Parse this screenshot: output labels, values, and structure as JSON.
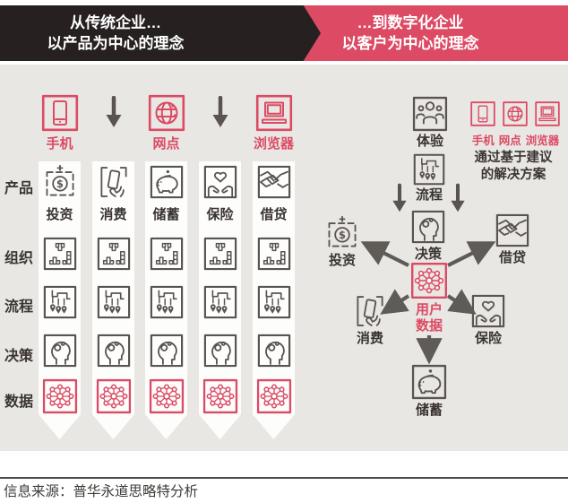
{
  "banner": {
    "left_line1": "从传统企业…",
    "left_line2": "以产品为中心的理念",
    "right_line1": "…到数字化企业",
    "right_line2": "以客户为中心的理念"
  },
  "left_panel": {
    "channels": [
      {
        "label": "手机",
        "icon": "phone-icon"
      },
      {
        "label": "网点",
        "icon": "globe-icon"
      },
      {
        "label": "浏览器",
        "icon": "laptop-icon"
      }
    ],
    "row_labels": [
      "产品",
      "组织",
      "流程",
      "决策",
      "数据"
    ],
    "product_labels": [
      "投资",
      "消费",
      "储蓄",
      "保险",
      "借贷"
    ]
  },
  "right_panel": {
    "experience_label": "体验",
    "channel_labels": [
      "手机",
      "网点",
      "浏览器"
    ],
    "solution_line1": "通过基于建议",
    "solution_line2": "的解决方案",
    "process_label": "流程",
    "decision_label": "决策",
    "user_data_line1": "用户",
    "user_data_line2": "数据",
    "invest_label": "投资",
    "loan_label": "借贷",
    "consume_label": "消费",
    "insurance_label": "保险",
    "savings_label": "储蓄"
  },
  "footer": {
    "source": "信息来源：普华永道思略特分析"
  },
  "colors": {
    "accent_red": "#dc4a63",
    "banner_black": "#262020",
    "icon_gray": "#5a5450",
    "bg_gray": "#e9e7e4"
  }
}
